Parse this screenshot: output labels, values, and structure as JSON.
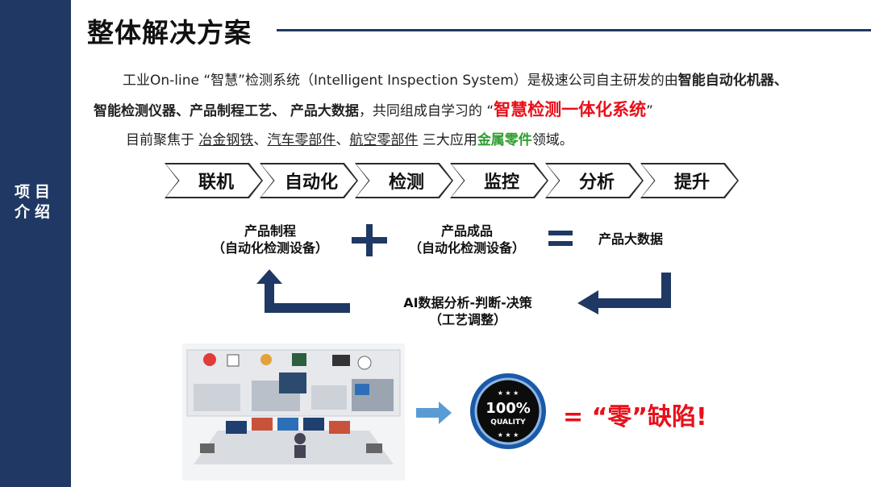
{
  "sidebar": {
    "label": "项目介绍",
    "color": "#1f3864"
  },
  "title": "整体解决方案",
  "intro": {
    "line1": {
      "prefix": "工业On-line “智慧”检测系统（Intelligent Inspection System）是极速公司自主研发的由",
      "bold": "智能自动化机器、"
    },
    "line2": {
      "bold": "智能检测仪器、产品制程工艺、 产品大数据",
      "mid": "，共同组成自学习的 “",
      "highlight": "智慧检测一体化系统",
      "end": "”"
    },
    "line3": {
      "prefix": "目前聚焦于 ",
      "field1": "冶金钢铁",
      "sep1": "、",
      "field2": "汽车零部件",
      "sep2": "、",
      "field3": "航空零部件",
      "mid": " 三大应用",
      "highlight": "金属零件",
      "end": "领域。"
    }
  },
  "process_chain": [
    "联机",
    "自动化",
    "检测",
    "监控",
    "分析",
    "提升"
  ],
  "equation": {
    "left_title": "产品制程",
    "left_sub": "（自动化检测设备）",
    "right_title": "产品成品",
    "right_sub": "（自动化检测设备）",
    "result": "产品大数据"
  },
  "feedback": {
    "title": "AI数据分析-判断-决策",
    "sub": "（工艺调整）"
  },
  "badge": {
    "big": "100%",
    "small": "QUALITY"
  },
  "outcome": "= “零”缺陷!",
  "colors": {
    "accent": "#1f3864",
    "red": "#e8101a",
    "green": "#2e9e2e",
    "arrow_blue": "#5b9bd5"
  },
  "icons": [
    "factory-control-room-illustration",
    "arrow-right-icon",
    "quality-badge-icon",
    "u-turn-arrow-icon"
  ]
}
